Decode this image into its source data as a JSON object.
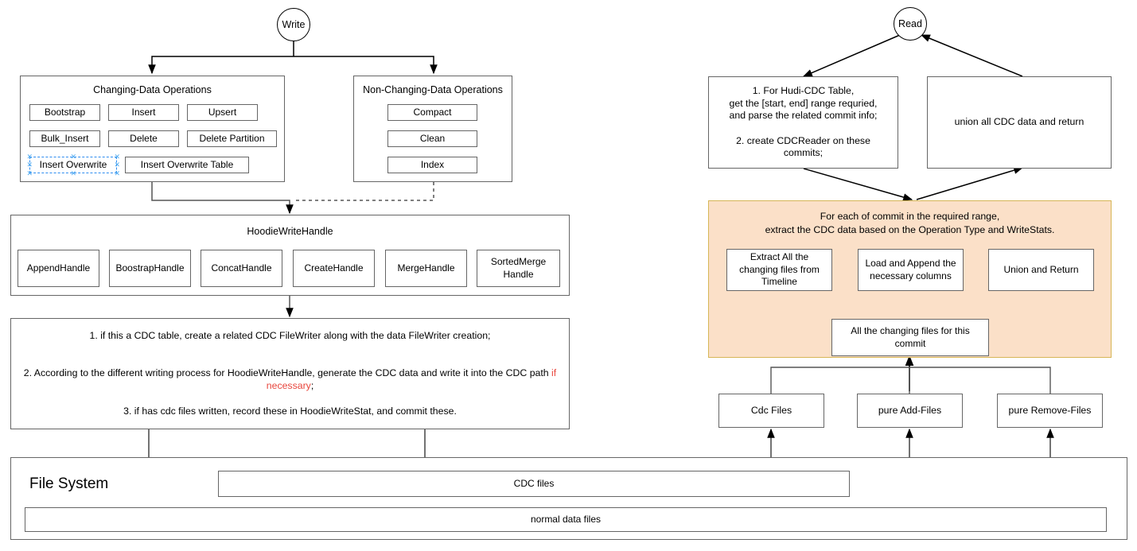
{
  "diagram": {
    "title": "Hudi CDC Write and Read Flow",
    "colors": {
      "panel_orange_fill": "#fbe0c8",
      "panel_orange_border": "#d6b656",
      "box_border": "#666666",
      "selection_blue": "#2d8cf0",
      "highlight_red": "#e8453c",
      "background": "#ffffff"
    }
  },
  "write_flow": {
    "start_label": "Write",
    "changing_group": {
      "title": "Changing-Data Operations",
      "ops": [
        "Bootstrap",
        "Insert",
        "Upsert",
        "Bulk_Insert",
        "Delete",
        "Delete Partition",
        "Insert  Overwrite",
        "Insert  Overwrite Table"
      ],
      "selected_op": "Insert  Overwrite"
    },
    "non_changing_group": {
      "title": "Non-Changing-Data Operations",
      "ops": [
        "Compact",
        "Clean",
        "Index"
      ]
    },
    "handle_group": {
      "title": "HoodieWriteHandle",
      "handles": [
        "AppendHandle",
        "BoostrapHandle",
        "ConcatHandle",
        "CreateHandle",
        "MergeHandle",
        "SortedMerge\nHandle"
      ]
    },
    "steps_box": {
      "line1": "1. if this a CDC table, create a related CDC FileWriter along with the data FileWriter creation;",
      "line2_pre": "2. According to the different writing process for HoodieWriteHandle, generate the CDC data and write it into the CDC path ",
      "line2_red": "if necessary",
      "line2_post": ";",
      "line3": "3. if has cdc files written, record these in HoodieWriteStat, and commit these."
    },
    "file_system": {
      "title": "File System",
      "cdc_files": "CDC files",
      "normal_data_files": "normal data files"
    }
  },
  "read_flow": {
    "start_label": "Read",
    "prepare_box": "1. For Hudi-CDC Table,\nget the [start, end] range requried,\nand parse the related commit info;\n\n2. create CDCReader on these commits;",
    "union_box": "union all CDC data and return",
    "commit_panel": {
      "header": "For each of commit in the required range,\nextract the CDC data based on the Operation Type and WriteStats.",
      "steps": [
        "Extract All the\nchanging files from\nTimeline",
        "Load and Append the\nnecessary columns",
        "Union and Return"
      ],
      "bottom_box": "All the changing files for this\ncommit"
    },
    "file_kinds": [
      "Cdc Files",
      "pure Add-Files",
      "pure Remove-Files"
    ]
  }
}
